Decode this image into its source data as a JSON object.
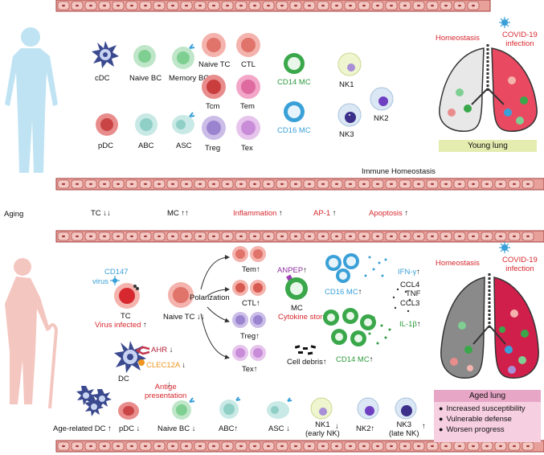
{
  "top_cells": {
    "cDC": "cDC",
    "naive_bc": "Naive BC",
    "memory_bc": "Memory BC",
    "pDC": "pDC",
    "abc": "ABC",
    "asc": "ASC",
    "naive_tc": "Naive TC",
    "ctl": "CTL",
    "tcm": "Tcm",
    "tem": "Tem",
    "treg": "Treg",
    "tex": "Tex",
    "cd14mc": "CD14 MC",
    "cd16mc": "CD16 MC",
    "nk1": "NK1",
    "nk2": "NK2",
    "nk3": "NK3"
  },
  "young_lung": {
    "homeostasis": "Homeostasis",
    "covid": "COVID-19\ninfection",
    "caption": "Young lung"
  },
  "immune_homeostasis": "Immune Homeostasis",
  "aging_row": {
    "aging": "Aging",
    "tc": "TC",
    "mc": "MC",
    "inflammation": "Inflammation",
    "ap1": "AP-1",
    "apoptosis": "Apoptosis"
  },
  "bottom": {
    "cd147": "CD147",
    "virus": "virus",
    "tc": "TC",
    "virus_infected": "Virus infected",
    "naive_tc": "Naive TC",
    "polarization": "Polarization",
    "tem": "Tem",
    "ctl": "CTL",
    "treg": "Treg",
    "tex": "Tex",
    "anpep": "ANPEP",
    "mc": "MC",
    "cytokine_storm": "Cytokine storm",
    "cd16mc": "CD16 MC",
    "ifn": "IFN-γ",
    "ccl4": "CCL4",
    "tnf": "TNF",
    "ccl3": "CCL3",
    "il1b": "IL-1β",
    "cd14mc": "CD14 MC",
    "cell_debris": "Cell debris",
    "ahr": "AHR",
    "clec12a": "CLEC12A",
    "dc": "DC",
    "antigen_presentation": "Antige\npresentation",
    "age_related_dc": "Age-related DC",
    "pdc": "pDC",
    "naive_bc": "Naive BC",
    "abc": "ABC",
    "asc": "ASC",
    "nk1": "NK1\n(early NK)",
    "nk2": "NK2",
    "nk3": "NK3\n(late NK)"
  },
  "aged_lung": {
    "homeostasis": "Homeostasis",
    "covid": "COVID-19\ninfection",
    "title": "Aged lung",
    "items": [
      "Increased susceptibility",
      "Vulnerable defense",
      "Worsen progress"
    ]
  },
  "arrows": {
    "up": "↑",
    "down": "↓",
    "double_down": "↓↓",
    "double_up": "↑↑"
  },
  "colors": {
    "vessel": "#e8a09a",
    "vessel_cell": "#f4c8c2",
    "red": "#d7282f",
    "blue": "#3aa0d8",
    "green": "#2e9b3e",
    "young_lung_caption": "#e5ecb0",
    "aged_title": "#e7a6c6",
    "aged_box": "#f6cfe0"
  }
}
